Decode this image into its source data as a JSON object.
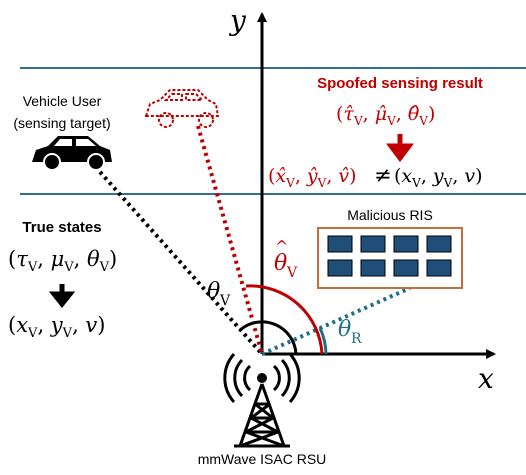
{
  "axes": {
    "x_label": "x",
    "y_label": "y"
  },
  "vehicle": {
    "label_line1": "Vehicle User",
    "label_line2": "(sensing target)"
  },
  "true_states": {
    "title": "True states",
    "params": "(τV, μV, θV)",
    "position": "(xV, yV, v)"
  },
  "spoofed": {
    "title": "Spoofed sensing result",
    "params": "(τ̂V, μ̂V, θ̂V)",
    "position_hat": "(x̂V, ŷV, v̂)",
    "not_equal": "≠",
    "position_true": "(xV, yV, v)"
  },
  "ris": {
    "label": "Malicious RIS",
    "rows": 2,
    "cols": 4
  },
  "angles": {
    "theta_v": "θV",
    "theta_v_hat": "θ̂V",
    "theta_r": "θR"
  },
  "rsu": {
    "label": "mmWave ISAC RSU"
  },
  "colors": {
    "spoof_red": "#c00000",
    "lane_blue": "#31708f",
    "ris_border": "#c0703a",
    "ris_element": "#1f4e79",
    "theta_r_blue": "#1f6f8b"
  }
}
